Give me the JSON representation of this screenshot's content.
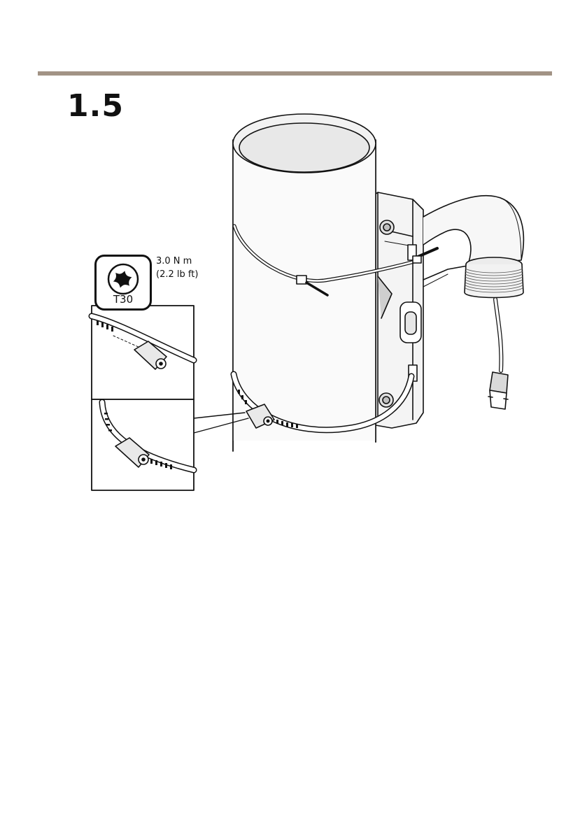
{
  "header": {
    "step_number": "1.5"
  },
  "tool": {
    "bit_size": "T30"
  },
  "torque": {
    "metric": "3.0 N m",
    "imperial": "(2.2 lb ft)"
  }
}
